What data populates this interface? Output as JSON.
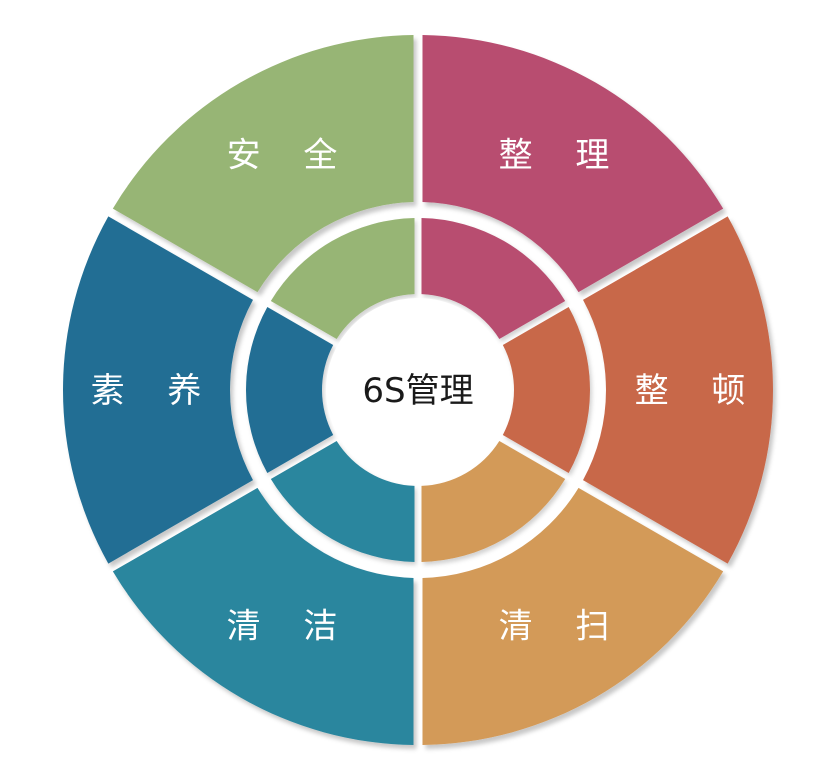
{
  "center": {
    "label": "6S管理"
  },
  "segments": [
    {
      "key": "seiri",
      "label": "整 理",
      "color": "#b84d70"
    },
    {
      "key": "seiton",
      "label": "整 顿",
      "color": "#c8684a"
    },
    {
      "key": "seiso",
      "label": "清 扫",
      "color": "#d39a58"
    },
    {
      "key": "seiketsu",
      "label": "清 洁",
      "color": "#2c869e"
    },
    {
      "key": "shitsuke",
      "label": "素 养",
      "color": "#216e94"
    },
    {
      "key": "safety",
      "label": "安 全",
      "color": "#97b574"
    }
  ],
  "colors": {
    "background": "#ffffff",
    "gap": "#ffffff",
    "center_text": "#1a1a1a",
    "segment_text": "#ffffff"
  }
}
